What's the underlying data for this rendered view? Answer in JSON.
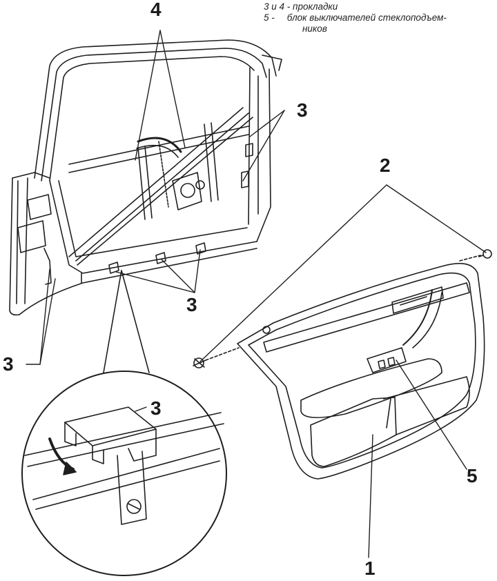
{
  "legend": {
    "line1": "3 и 4 - прокладки",
    "line2_num": "5 -",
    "line2_text": "блок выключателей стеклоподъем-",
    "line3_text": "ников"
  },
  "callouts": {
    "c4": "4",
    "c3_right": "3",
    "c2": "2",
    "c3_bottom": "3",
    "c3_left": "3",
    "c3_detail": "3",
    "c5": "5",
    "c1": "1"
  }
}
